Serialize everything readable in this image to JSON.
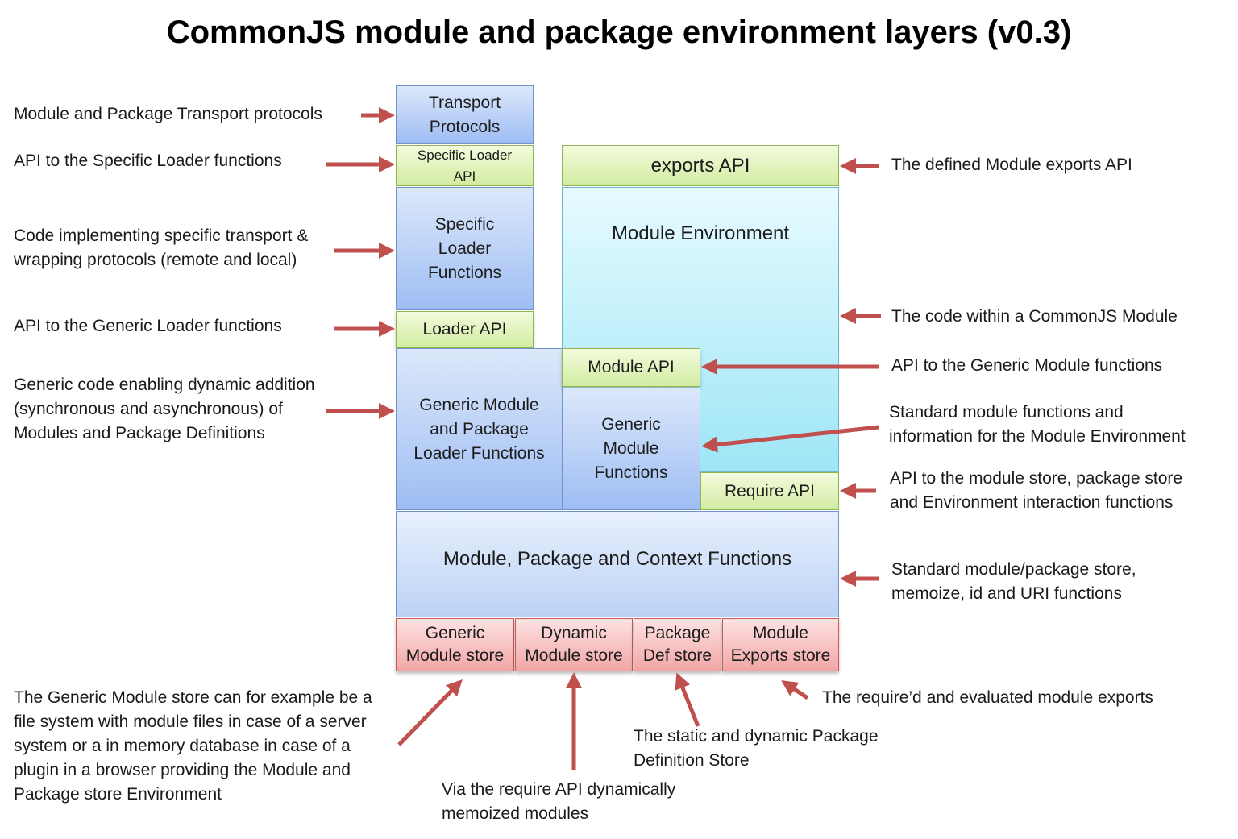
{
  "title": "CommonJS module and package environment layers (v0.3)",
  "boxes": {
    "transport_protocols": "Transport\nProtocols",
    "specific_loader_api": "Specific Loader\nAPI",
    "specific_loader_functions": "Specific\nLoader\nFunctions",
    "loader_api": "Loader  API",
    "generic_loader_functions": "Generic Module\nand Package\nLoader Functions",
    "exports_api": "exports API",
    "module_environment": "Module Environment",
    "module_api": "Module  API",
    "generic_module_functions": "Generic\nModule\nFunctions",
    "require_api": "Require API",
    "context_functions": "Module, Package and Context Functions",
    "generic_module_store": "Generic\nModule store",
    "dynamic_module_store": "Dynamic\nModule store",
    "package_def_store": "Package\nDef store",
    "module_exports_store": "Module\nExports store"
  },
  "labels": {
    "transport": "Module and Package Transport protocols",
    "specific_loader_api": "API to the Specific Loader functions",
    "specific_code": "Code implementing  specific transport &\nwrapping protocols (remote and local)",
    "generic_loader_api": "API to the Generic Loader functions",
    "generic_code": "Generic code enabling dynamic addition\n(synchronous and asynchronous) of\nModules and Package Definitions",
    "exports_api": "The defined Module exports API",
    "module_code": "The code within a CommonJS Module",
    "module_api": "API to the Generic Module functions",
    "standard_functions": "Standard module functions and\ninformation for the Module Environment",
    "require_api": "API to the module store, package store\nand Environment interaction functions",
    "store_functions": "Standard module/package store,\nmemoize, id and URI functions",
    "generic_store": "The Generic Module store can for example be a\nfile system with module files in case of a server\nsystem or a in memory database in case of a\nplugin in a browser providing the Module and\nPackage store Environment",
    "memoized": "Via the require API dynamically\nmemoized modules",
    "package_def": "The static and dynamic Package\nDefinition Store",
    "exports_store": "The require’d and  evaluated module exports"
  },
  "colors": {
    "arrow": "#c0504d",
    "loader_blue": "#9ebdf3",
    "api_green": "#d2eca2",
    "module_cyan": "#9ee6f6",
    "store_red": "#f2a6a6"
  }
}
